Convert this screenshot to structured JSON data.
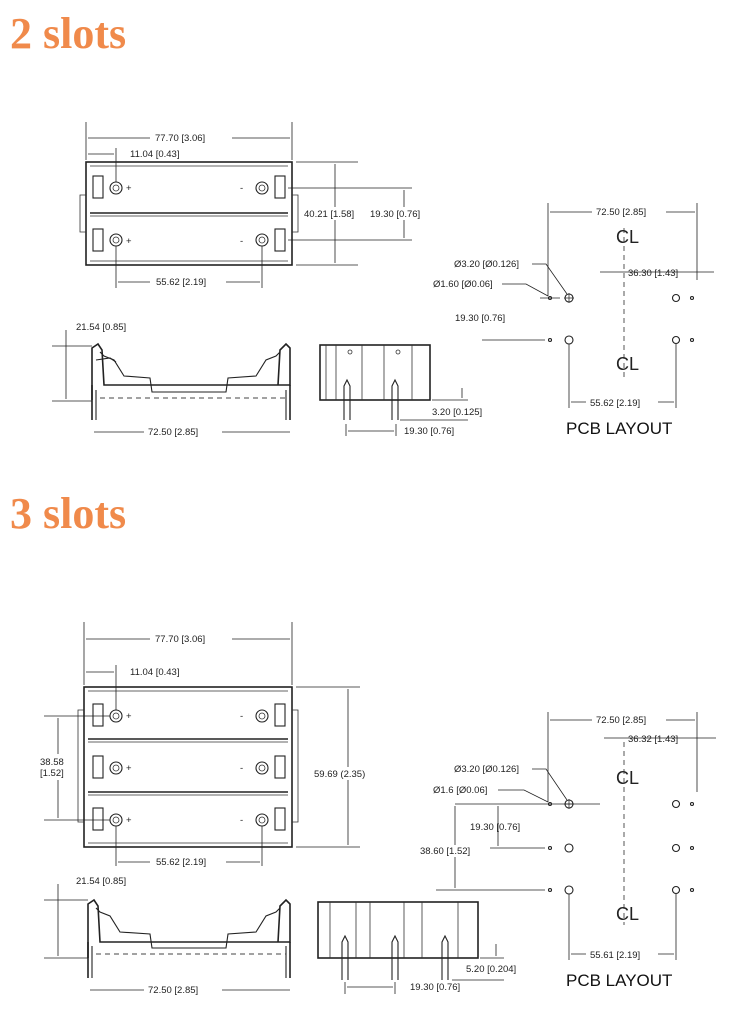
{
  "colors": {
    "heading": "#f08a4b",
    "line": "#222222"
  },
  "section_2": {
    "heading": "2 slots",
    "dims": {
      "overall_width": "77.70 [3.06]",
      "terminal_offset": "11.04 [0.43]",
      "height_total": "40.21 [1.58]",
      "slot_pitch": "19.30 [0.76]",
      "contact_span": "55.62 [2.19]",
      "side_height": "21.54 [0.85]",
      "base_length": "72.50 [2.85]",
      "pin_length": "3.20 [0.125]",
      "end_pitch": "19.30 [0.76]",
      "pcb_width": "72.50 [2.85]",
      "pcb_center": "36.30 [1.43]",
      "hole_large": "Ø3.20 [Ø0.126]",
      "hole_small": "Ø1.60 [Ø0.06]",
      "pcb_pitch": "19.30 [0.76]",
      "pcb_span": "55.62 [2.19]"
    },
    "pcb_label": "PCB LAYOUT",
    "cl_top": "CL",
    "cl_bottom": "CL",
    "plus": "+",
    "minus": "-"
  },
  "section_3": {
    "heading": "3 slots",
    "dims": {
      "overall_width": "77.70 [3.06]",
      "terminal_offset": "11.04 [0.43]",
      "pitch_left_a": "38.58",
      "pitch_left_b": "[1.52]",
      "height_total": "59.69 (2.35)",
      "contact_span": "55.62 [2.19]",
      "side_height": "21.54 [0.85]",
      "base_length": "72.50 [2.85]",
      "pin_length": "5.20 [0.204]",
      "end_pitch": "19.30 [0.76]",
      "pcb_width": "72.50 [2.85]",
      "pcb_center": "36.32 [1.43]",
      "hole_large": "Ø3.20 [Ø0.126]",
      "hole_small": "Ø1.6 [Ø0.06]",
      "pcb_pitch": "19.30 [0.76]",
      "pcb_two_pitch": "38.60 [1.52]",
      "pcb_span": "55.61 [2.19]"
    },
    "pcb_label": "PCB LAYOUT",
    "cl_top": "CL",
    "cl_bottom": "CL"
  }
}
